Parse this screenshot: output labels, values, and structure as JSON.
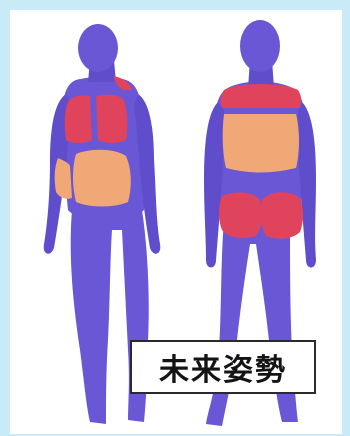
{
  "caption": {
    "text": "未来姿勢"
  },
  "colors": {
    "background_border": "#c9eaf7",
    "body": "#6a57d6",
    "body_shadow": "#5443b8",
    "region_red": "#e0435c",
    "region_orange": "#f0a976",
    "caption_border": "#2a2a2a"
  },
  "figures": [
    {
      "view": "front",
      "highlights": [
        "upper-chest-left",
        "upper-chest-right",
        "abdomen",
        "side-waist",
        "shoulder-right"
      ]
    },
    {
      "view": "back",
      "highlights": [
        "upper-back",
        "mid-back",
        "buttocks"
      ]
    }
  ]
}
